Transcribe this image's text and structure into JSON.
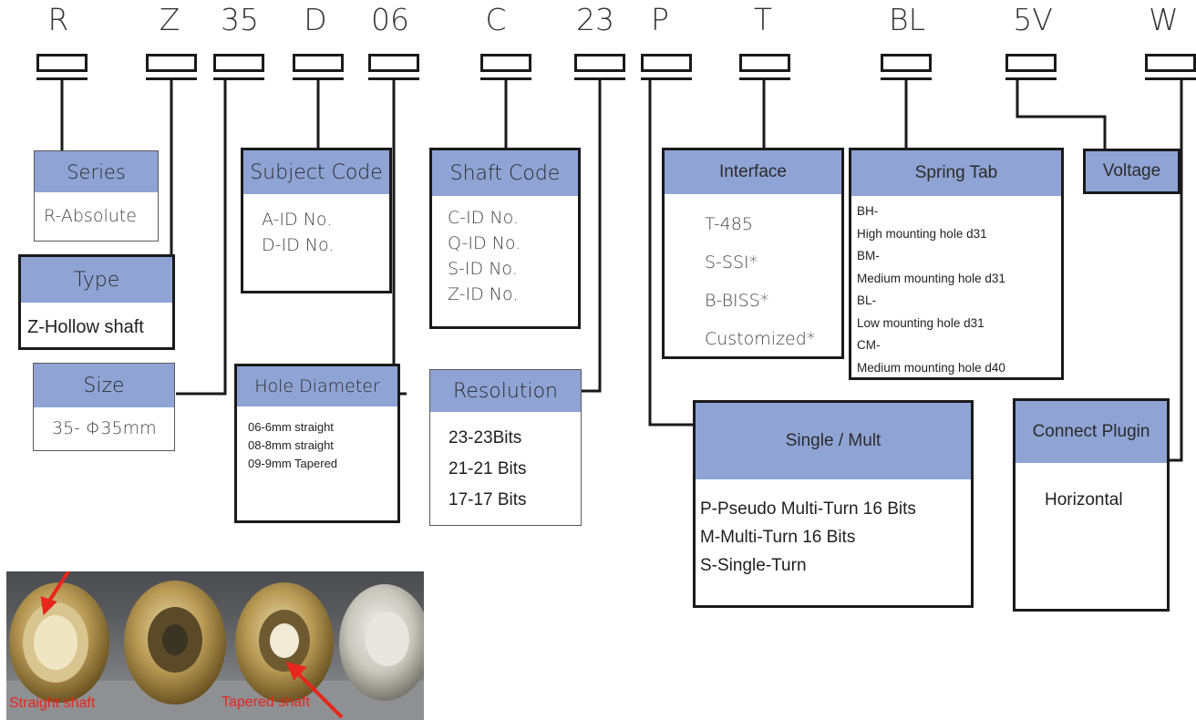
{
  "code_letters": [
    "R",
    "Z",
    "35",
    "D",
    "06",
    "C",
    "23",
    "P",
    "T",
    "BL",
    "5V",
    "W"
  ],
  "boxes": {
    "series": {
      "title": "Series",
      "lines": [
        "R-Absolute"
      ]
    },
    "type": {
      "title": "Type",
      "lines": [
        "Z-Hollow shaft"
      ]
    },
    "size": {
      "title": "Size",
      "lines": [
        "35- Φ35mm"
      ]
    },
    "subject_code": {
      "title": "Subject Code",
      "lines": [
        "A-ID No.",
        "D-ID No."
      ]
    },
    "hole_diameter": {
      "title": "Hole Diameter",
      "lines": [
        "06-6mm straight",
        "08-8mm straight",
        "09-9mm Tapered"
      ]
    },
    "shaft_code": {
      "title": "Shaft Code",
      "lines": [
        "C-ID No.",
        "Q-ID No.",
        "S-ID No.",
        "Z-ID No."
      ]
    },
    "resolution": {
      "title": "Resolution",
      "lines": [
        "23-23Bits",
        "21-21 Bits",
        "17-17 Bits"
      ]
    },
    "interface": {
      "title": "Interface",
      "lines": [
        "T-485",
        "S-SSI*",
        "B-BISS*",
        "Customized*"
      ]
    },
    "spring_tab": {
      "title": "Spring Tab",
      "lines": [
        "BH-",
        "High mounting hole d31",
        "BM-",
        "Medium mounting hole d31",
        "BL-",
        "Low mounting hole d31",
        "CM-",
        "Medium mounting hole d40"
      ]
    },
    "voltage": {
      "title": "Voltage",
      "lines": []
    },
    "single_mult": {
      "title": "Single / Mult",
      "lines": [
        "P-Pseudo Multi-Turn 16 Bits",
        "M-Multi-Turn 16 Bits",
        "S-Single-Turn"
      ]
    },
    "connect_plugin": {
      "title": "Connect Plugin",
      "lines": [
        "Horizontal"
      ]
    }
  },
  "photo": {
    "labels": {
      "straight": "Straight shaft",
      "tapered": "Tapered shaft"
    }
  },
  "colors": {
    "header_fill": "#8fa3d4",
    "line": "#1a1a1a",
    "photo_label": "#e8261c"
  }
}
